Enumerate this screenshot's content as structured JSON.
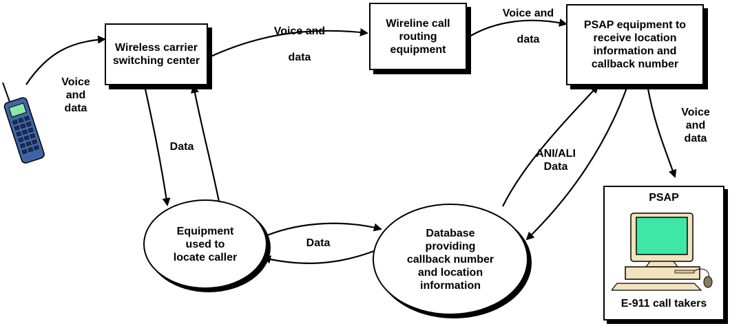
{
  "nodes": {
    "wireless_switching": "Wireless carrier\nswitching center",
    "wireline_routing": "Wireline call\nrouting\nequipment",
    "psap_equipment": "PSAP equipment to\nreceive location\ninformation and\ncallback number",
    "locate_equipment": "Equipment\nused to\nlocate caller",
    "database": "Database\nproviding\ncallback number\nand location\ninformation",
    "psap_title": "PSAP",
    "psap_caption": "E-911 call takers"
  },
  "edge_labels": {
    "phone_to_switch": "Voice\nand\ndata",
    "switch_to_routing": "Voice and\n\ndata",
    "routing_to_psap": "Voice and\n\ndata",
    "psap_to_takers": "Voice\nand\ndata",
    "switch_locate": "Data",
    "locate_database": "Data",
    "ani_ali": "ANI/ALI\nData"
  },
  "colors": {
    "phone_body": "#3f64a8",
    "phone_screen": "#8fe7a6",
    "monitor_screen": "#40e6a8",
    "computer_body": "#f2e3bc"
  }
}
